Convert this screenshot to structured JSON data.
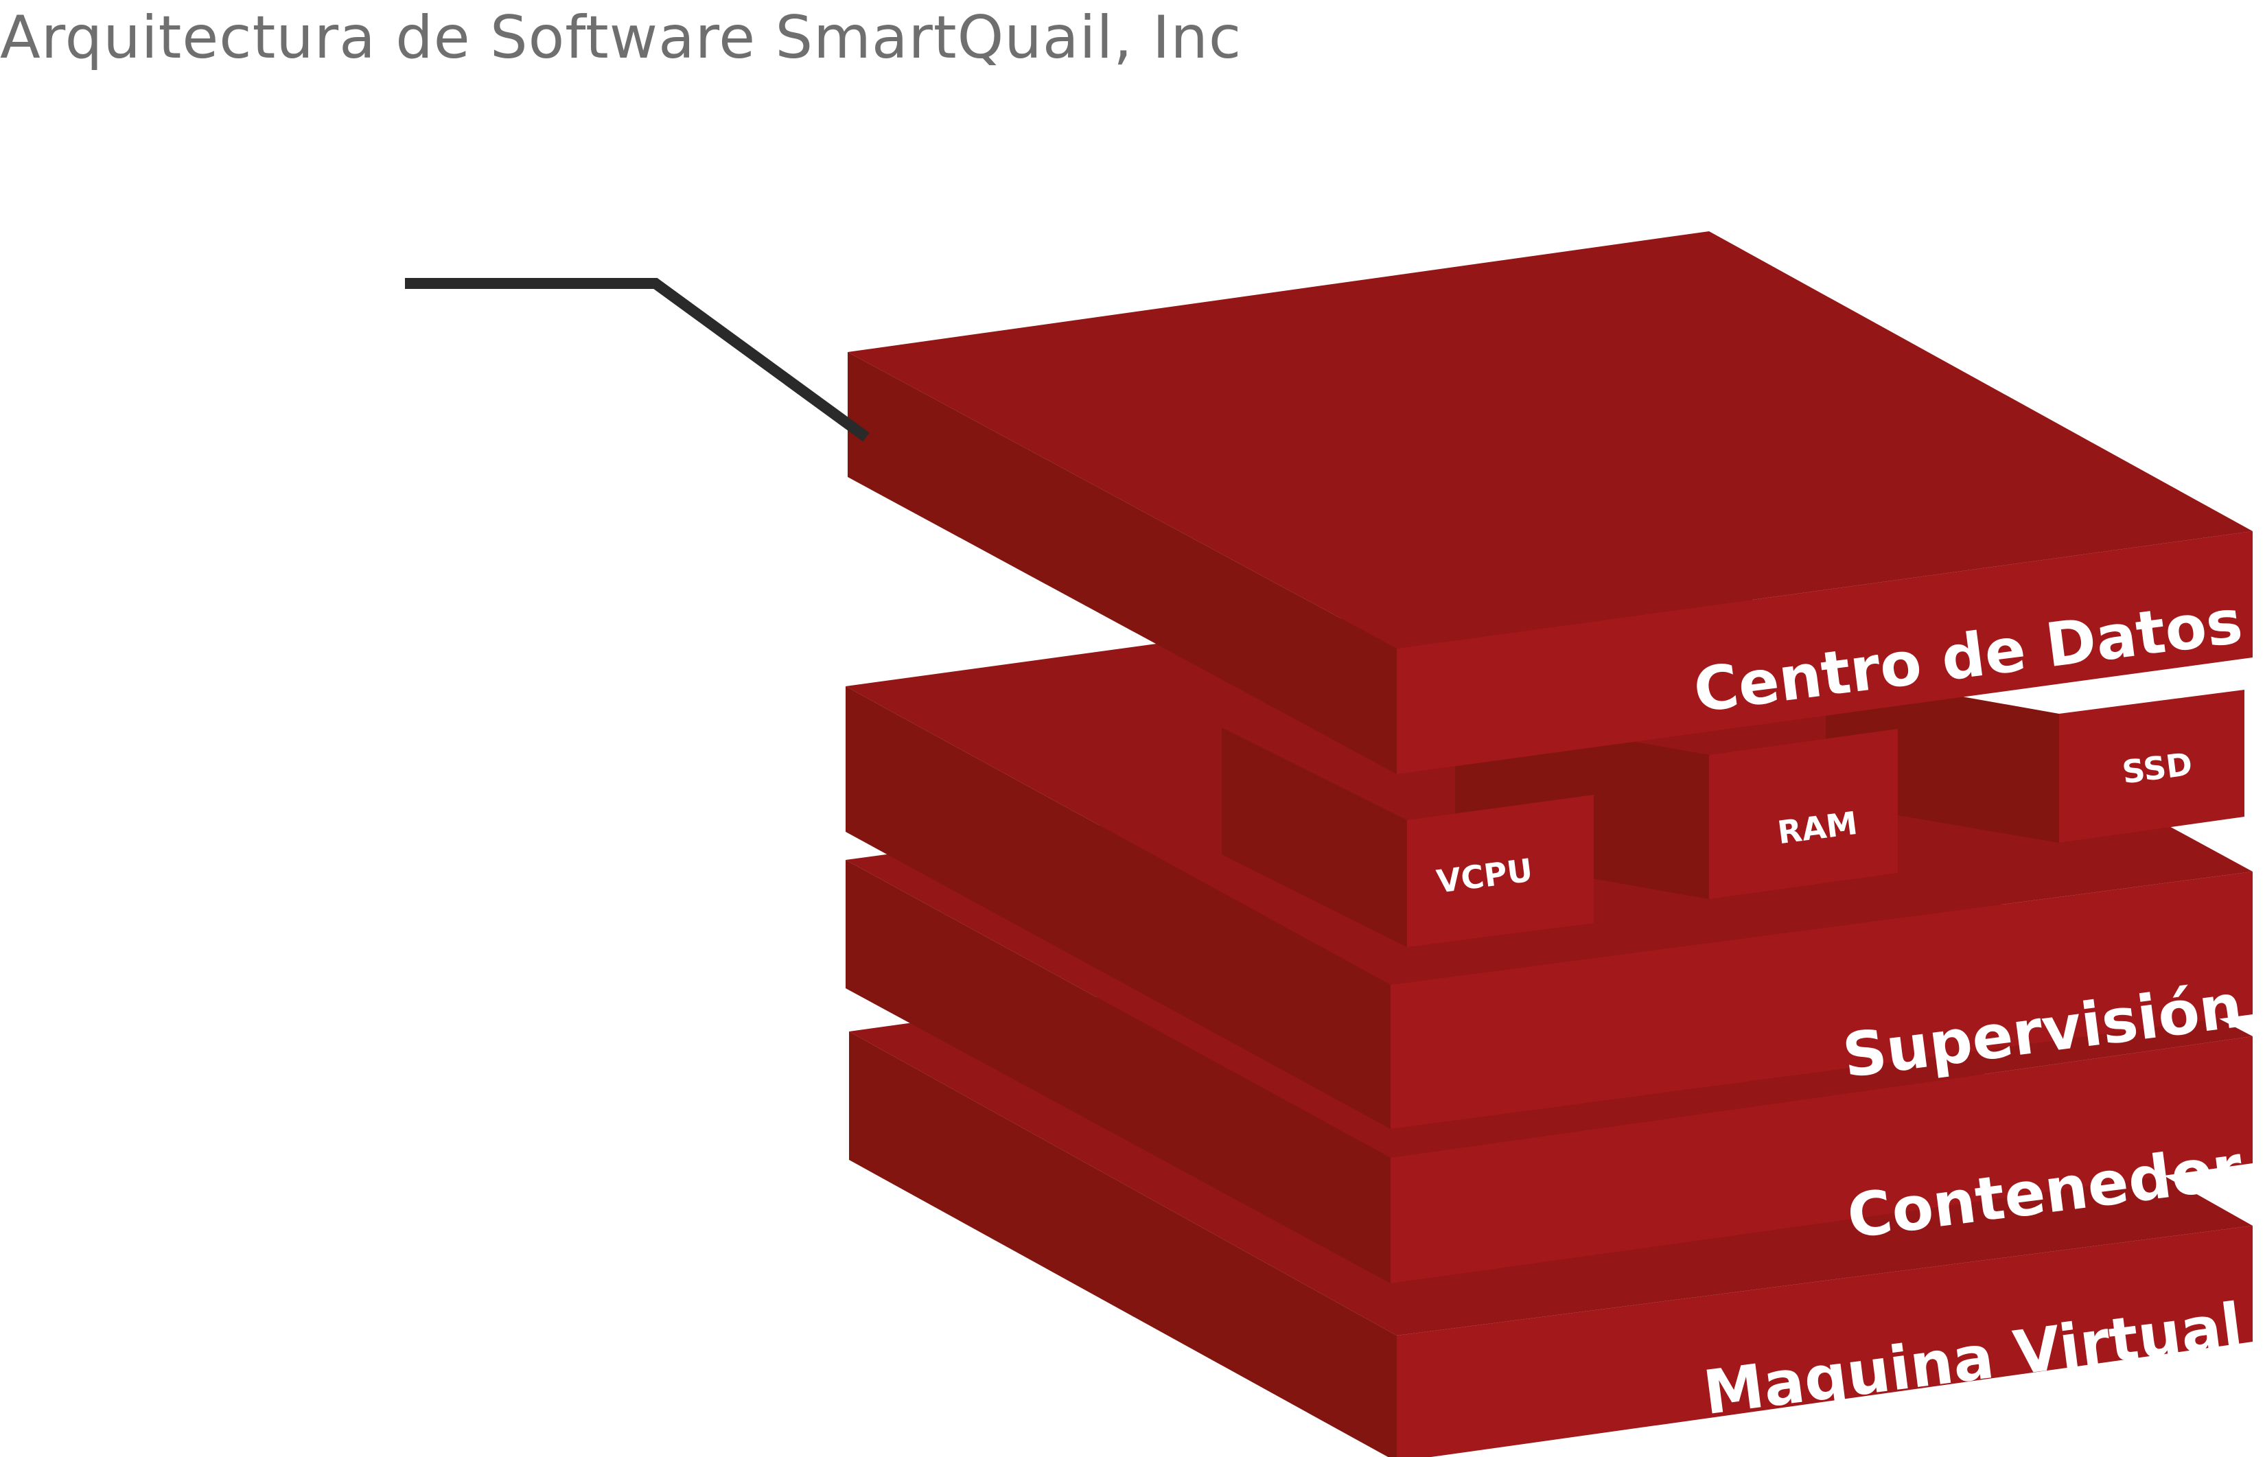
{
  "title": "Arquitectura de Software SmartQuail, Inc",
  "layers": [
    {
      "id": "centro-de-datos",
      "label": "Centro de Datos"
    },
    {
      "id": "supervision",
      "label": "Supervisión"
    },
    {
      "id": "contenedor",
      "label": "Contenedor"
    },
    {
      "id": "maquina-virtual",
      "label": "Maquina Virtual"
    }
  ],
  "components": [
    {
      "id": "vcpu",
      "label": "VCPU"
    },
    {
      "id": "ram",
      "label": "RAM"
    },
    {
      "id": "ssd",
      "label": "SSD"
    }
  ],
  "colors": {
    "top_face": "#941616",
    "side_face": "#82150f",
    "front_face": "#a3181a",
    "leader_line": "#2a2a2a",
    "title_text": "#6f6f6f",
    "label_text": "#ffffff"
  }
}
